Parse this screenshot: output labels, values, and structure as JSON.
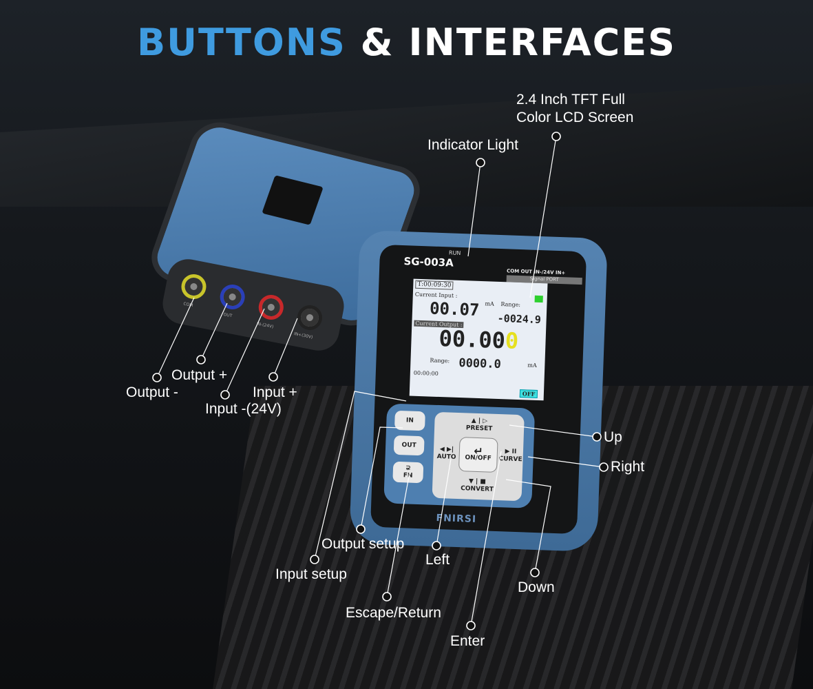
{
  "title": {
    "part1": "BUTTONS",
    "part2": " & INTERFACES"
  },
  "colors": {
    "title_accent": "#3f9be0",
    "device_blue": "#4f7fae",
    "background": "#111111"
  },
  "back_device": {
    "ports": [
      "COM",
      "OUT",
      "IN-(24V)",
      "IN+(30V)"
    ],
    "port_colors": [
      "#c8c42a",
      "#2a3fb8",
      "#c8282a",
      "#222222"
    ]
  },
  "front_device": {
    "model": "SG-003A",
    "run_label": "RUN",
    "port_labels": "COM  OUT  IN-/24V  IN+",
    "signal_port": "Signal PORT",
    "screen": {
      "timer": "T:00:09:30",
      "current_input_label": "Current Input :",
      "current_input_value": "00.07",
      "unit": "mA",
      "range_label": "Range:",
      "range_top_value": "-0024.9",
      "current_output_label": "Current Output :",
      "current_output_value": "00.00",
      "current_output_highlight": "0",
      "range_bottom_value": "0000.0",
      "elapsed": "00:00:00",
      "state_badge": "OFF"
    },
    "keys": {
      "in": "IN",
      "out": "OUT",
      "fn_icon": "⊋",
      "fn": "FN",
      "up_icon": "▲ | ▷",
      "up": "PRESET",
      "left_icon": "◀ ▶|",
      "left": "AUTO",
      "enter_icon": "↵",
      "enter": "ON/OFF",
      "right_icon": "▶ II",
      "right": "CURVE",
      "down_icon": "▼ | ■",
      "down": "CONVERT"
    },
    "brand": "FNIRSI"
  },
  "callouts": {
    "screen": [
      "2.4 Inch TFT Full",
      "Color LCD Screen"
    ],
    "indicator": "Indicator Light",
    "output_plus": "Output +",
    "output_minus": "Output -",
    "input_plus": "Input +",
    "input_minus": "Input -(24V)",
    "up": "Up",
    "right": "Right",
    "output_setup": "Output setup",
    "input_setup": "Input setup",
    "left": "Left",
    "down": "Down",
    "escape": "Escape/Return",
    "enter": "Enter"
  }
}
